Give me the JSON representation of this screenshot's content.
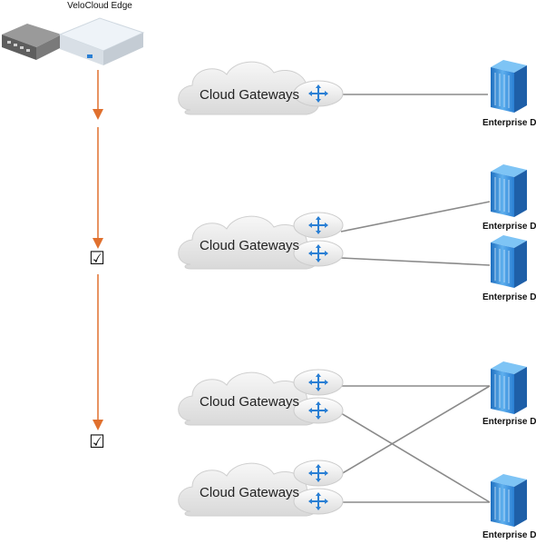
{
  "edge": {
    "label": "VeloCloud Edge"
  },
  "clouds": [
    {
      "label": "Cloud Gateways"
    },
    {
      "label": "Cloud Gateways"
    },
    {
      "label": "Cloud Gateways"
    },
    {
      "label": "Cloud Gateways"
    }
  ],
  "datacenters": [
    {
      "label": "Enterprise DC"
    },
    {
      "label": "Enterprise DC"
    },
    {
      "label": "Enterprise DC"
    },
    {
      "label": "Enterprise DC"
    },
    {
      "label": "Enterprise DC"
    }
  ],
  "checkmarks": [
    {
      "symbol": "☑"
    },
    {
      "symbol": "☑"
    }
  ],
  "colors": {
    "flow_arrow": "#e0702e",
    "connection_line": "#8a8a8a",
    "gateway_icon": "#2a7fd4",
    "server_blue": "#3a8fd6"
  }
}
